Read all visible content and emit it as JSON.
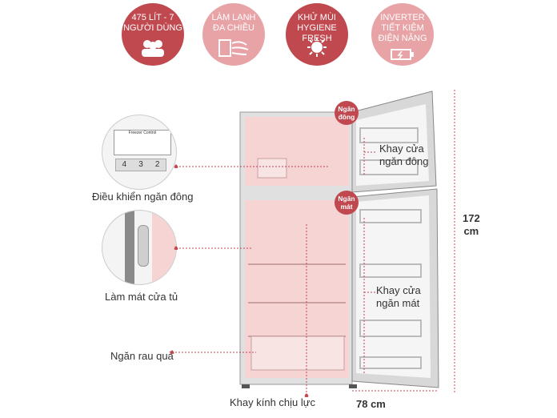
{
  "badges": [
    {
      "line1": "475 LÍT - 7",
      "line2": "NGƯỜI DÙNG",
      "line3": "",
      "icon": "people-icon",
      "style": "dark"
    },
    {
      "line1": "LÀM LẠNH",
      "line2": "ĐA CHIỀU",
      "line3": "",
      "icon": "multi-airflow-icon",
      "style": "light"
    },
    {
      "line1": "KHỬ MÙI",
      "line2": "HYGIENE FRESH",
      "line3": "",
      "icon": "virus-icon",
      "style": "dark"
    },
    {
      "line1": "INVERTER",
      "line2": "TIẾT KIỆM",
      "line3": "ĐIỆN NĂNG",
      "icon": "battery-icon",
      "style": "light"
    }
  ],
  "callouts": {
    "freezer_control": "Điều khiển ngăn đông",
    "door_cooling": "Làm mát cửa tủ",
    "vegetable_drawer": "Ngăn rau quả",
    "glass_shelf": "Khay kính chịu lực",
    "freezer_door_tray_1": "Khay cửa",
    "freezer_door_tray_2": "ngăn đông",
    "fridge_door_tray_1": "Khay cửa",
    "fridge_door_tray_2": "ngăn mát"
  },
  "tags": {
    "freezer_1": "Ngăn",
    "freezer_2": "đông",
    "fridge_1": "Ngăn",
    "fridge_2": "mát"
  },
  "dimensions": {
    "height_value": "172",
    "height_unit": "cm",
    "width": "78 cm"
  },
  "control_panel": {
    "title": "Freezer Control",
    "digits": [
      "4",
      "3",
      "2"
    ]
  },
  "colors": {
    "accent": "#c0484f",
    "accent_light": "#e8a3a6",
    "interior": "#f6d4d4"
  }
}
